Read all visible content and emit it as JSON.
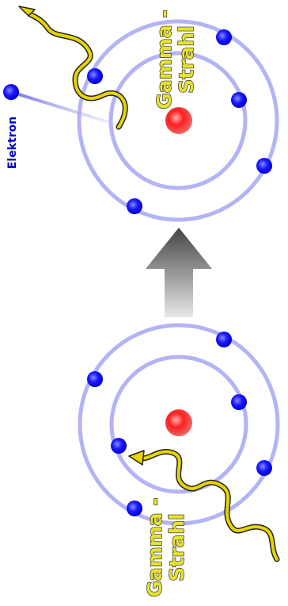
{
  "labels": {
    "electron": "Elektron",
    "gamma_ray_top_line1": "Gamma -",
    "gamma_ray_top_line2": "Strahl",
    "gamma_ray_bottom_line1": "Gamma -",
    "gamma_ray_bottom_line2": "Strahl"
  },
  "colors": {
    "electron": "#1a1aff",
    "electron_label": "#0000cc",
    "orbit": "#8c8cf0",
    "nucleus": "#ff1a1a",
    "gamma_ray": "#e6d500",
    "gamma_ray_outline": "#222222",
    "gamma_text": "#e6e233",
    "arrow_dark": "#4d4d4d",
    "arrow_light": "#e0e0e0"
  },
  "icons": {
    "process_arrow": "arrow-up-icon",
    "nucleus": "nucleus-circle-icon",
    "electron": "electron-dot-icon",
    "gamma_ray": "wavy-arrow-icon"
  }
}
